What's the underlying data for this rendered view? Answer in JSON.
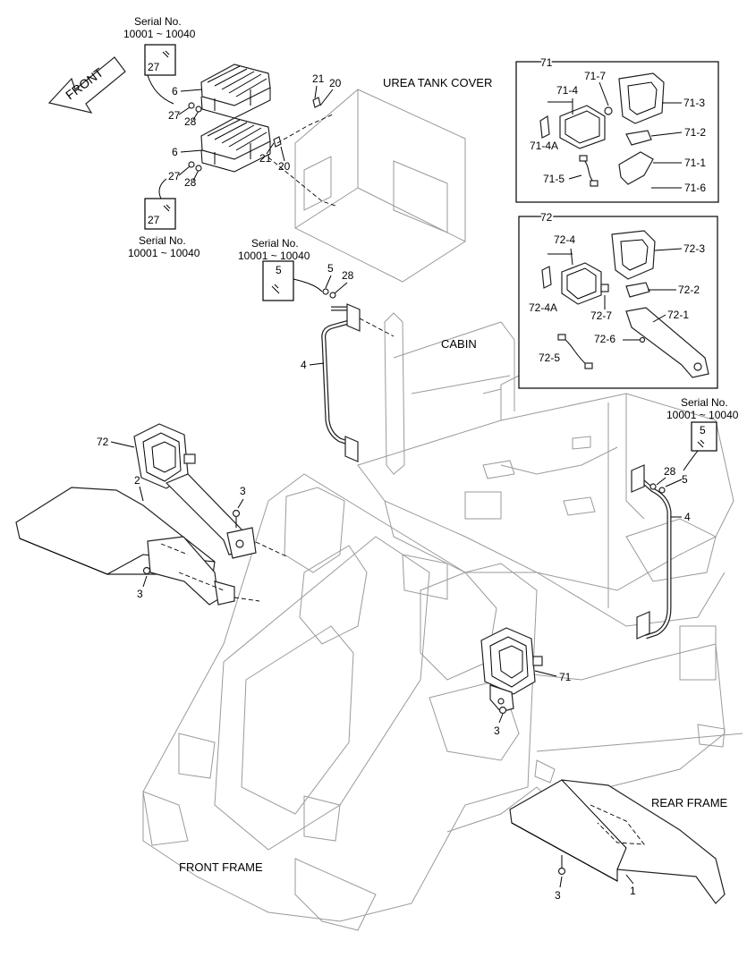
{
  "areas": {
    "urea_tank_cover": "UREA TANK COVER",
    "cabin": "CABIN",
    "front_frame": "FRONT FRAME",
    "rear_frame": "REAR FRAME"
  },
  "front_arrow": "FRONT",
  "serial_note": {
    "title": "Serial No.",
    "range": "10001 ~ 10040"
  },
  "serial_boxes": [
    "27",
    "27",
    "5",
    "5"
  ],
  "inset_71": {
    "title": "71",
    "labels": [
      "71-7",
      "71-4",
      "71-3",
      "71-2",
      "71-4A",
      "71-1",
      "71-5",
      "71-6"
    ]
  },
  "inset_72": {
    "title": "72",
    "labels": [
      "72-4",
      "72-3",
      "72-2",
      "72-4A",
      "72-7",
      "72-1",
      "72-6",
      "72-5"
    ]
  },
  "callouts": {
    "step_upper": [
      "6",
      "27",
      "28",
      "21",
      "20"
    ],
    "step_lower": [
      "6",
      "27",
      "28",
      "21",
      "20"
    ],
    "handrail_left": [
      "5",
      "28",
      "4"
    ],
    "handrail_right": [
      "28",
      "5",
      "4"
    ],
    "lamp_left": [
      "72",
      "2",
      "3",
      "3"
    ],
    "lamp_right": [
      "71",
      "3"
    ],
    "fender_rear": [
      "3",
      "1"
    ]
  }
}
